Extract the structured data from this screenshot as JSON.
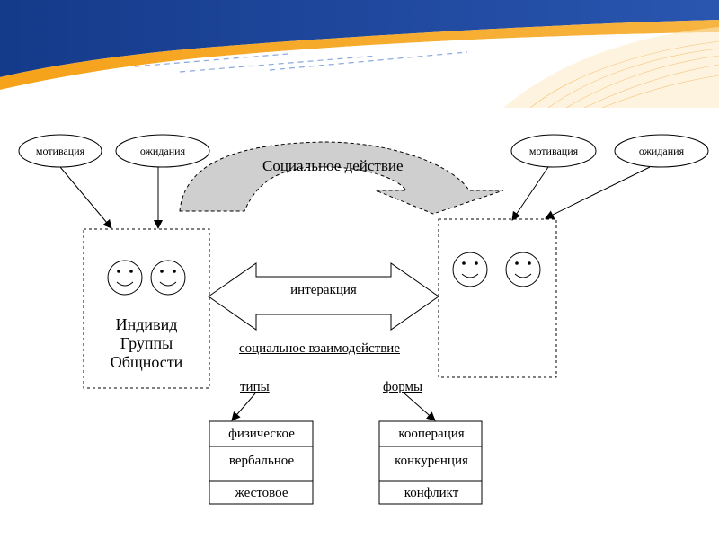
{
  "top_ovals": {
    "left_motivation": "мотивация",
    "left_expectation": "ожидания",
    "right_motivation": "мотивация",
    "right_expectation": "ожидания"
  },
  "social_action": "Социальное действие",
  "individual_box": {
    "lines": [
      "Индивид",
      "Группы",
      "Общности"
    ]
  },
  "interaction_label": "интеракция",
  "social_interaction": "социальное взаимодействие",
  "types": {
    "heading": "типы",
    "items": [
      "физическое",
      "вербальное",
      "жестовое"
    ]
  },
  "forms": {
    "heading": "формы",
    "items": [
      "кооперация",
      "конкуренция",
      "конфликт"
    ]
  },
  "colors": {
    "banner_blue": "#1d3f8f",
    "banner_orange": "#f4a21c",
    "arc_fill": "#cfcfcf"
  },
  "icons": [
    "smiley-icon",
    "smiley-icon",
    "smiley-icon",
    "smiley-icon"
  ]
}
